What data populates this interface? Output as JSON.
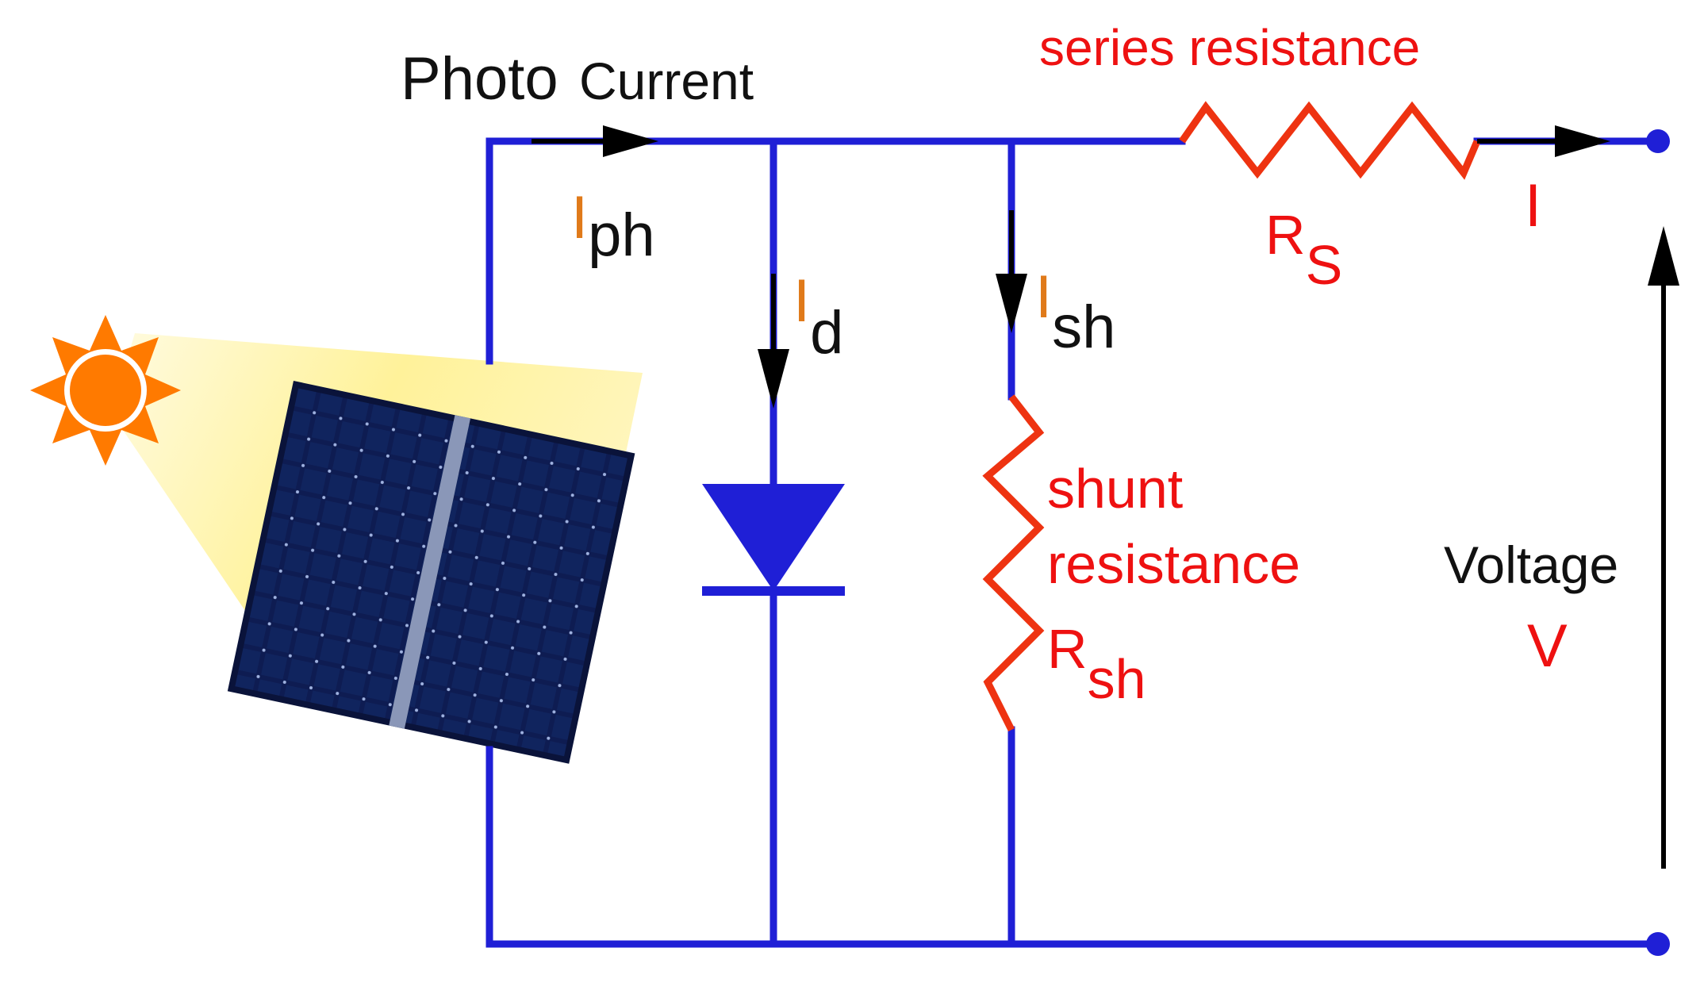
{
  "labels": {
    "photo": "Photo",
    "current": "Current",
    "iph_main": "I",
    "iph_sub": "ph",
    "id_main": "I",
    "id_sub": "d",
    "ish_main": "I",
    "ish_sub": "sh",
    "series_resistance": "series resistance",
    "rs_main": "R",
    "rs_sub": "S",
    "i": "I",
    "shunt": "shunt",
    "resistance": "resistance",
    "rsh_main": "R",
    "rsh_sub": "sh",
    "voltage": "Voltage",
    "v": "V"
  },
  "colors": {
    "wire": "#1f1fd6",
    "red_label": "#ee1111",
    "orange_label": "#e07a1a",
    "arrow": "#000000",
    "sun": "#ff7a00",
    "beam": "#fff3a0",
    "panel": "#0d1a4a"
  }
}
